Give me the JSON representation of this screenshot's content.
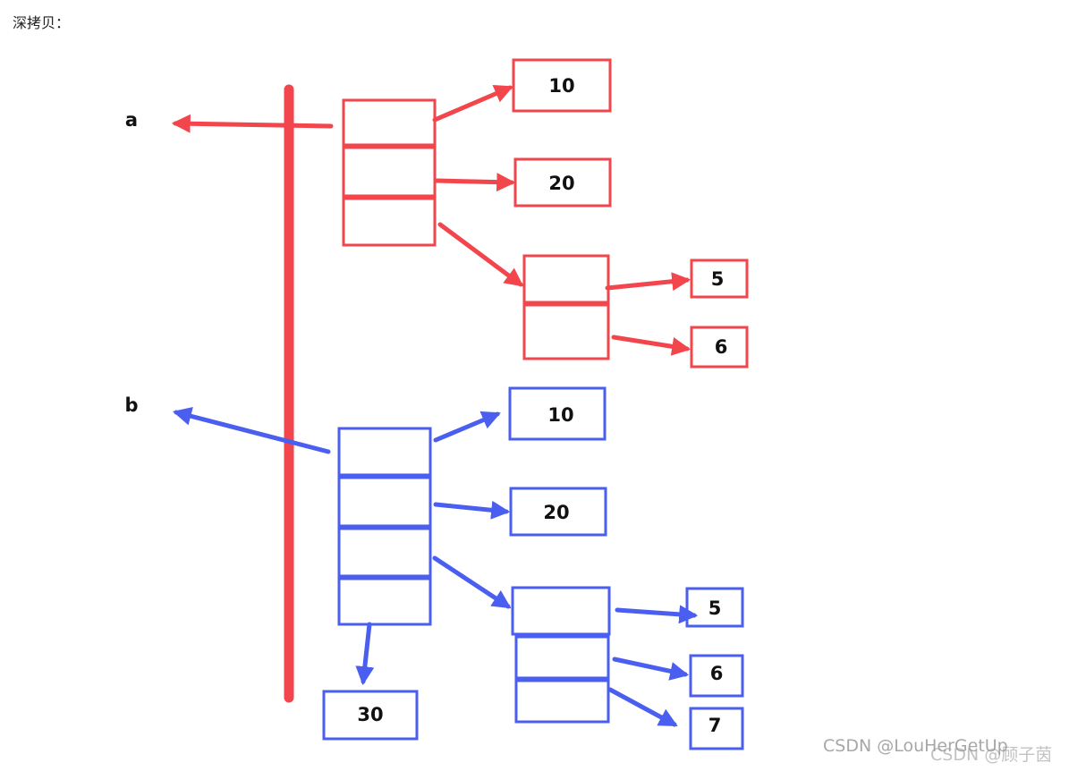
{
  "heading": "深拷贝：",
  "colors": {
    "red": "#f2454c",
    "blue": "#4a5ef0",
    "ink": "#111111"
  },
  "labels": {
    "a": "a",
    "b": "b"
  },
  "red_group": {
    "v1": "10",
    "v2": "20",
    "v3": "5",
    "v4": "6"
  },
  "blue_group": {
    "v1": "10",
    "v2": "20",
    "v3": "5",
    "v4": "6",
    "v5": "7",
    "v6": "30"
  },
  "watermarks": {
    "primary": "CSDN @LouHerGetUp",
    "secondary": "CSDN @顾子茵"
  }
}
